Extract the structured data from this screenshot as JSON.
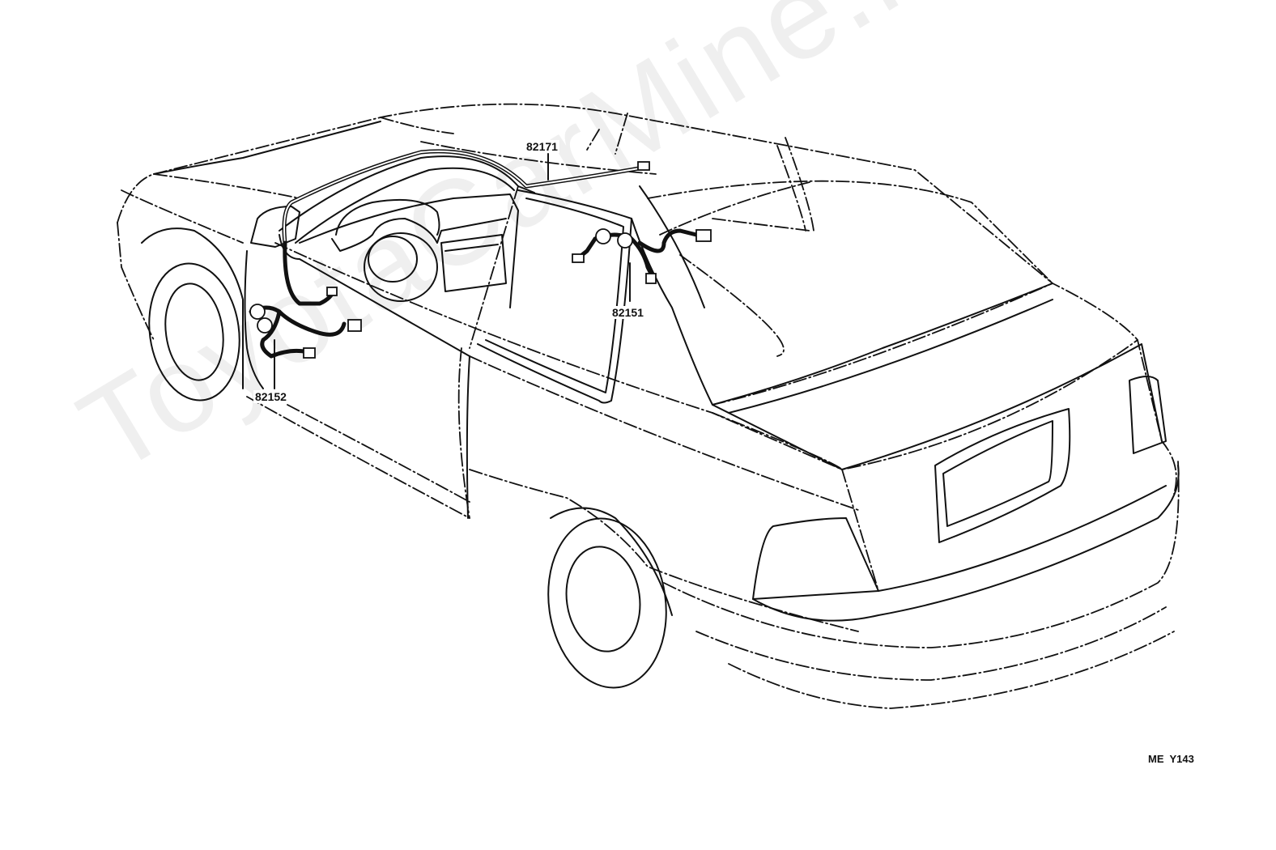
{
  "watermark": "ToyotaCarMine.ru",
  "diagram_code": "ME  Y143",
  "parts": [
    {
      "id": "part-82171",
      "number": "82171"
    },
    {
      "id": "part-82151",
      "number": "82151"
    },
    {
      "id": "part-82152",
      "number": "82152"
    }
  ]
}
